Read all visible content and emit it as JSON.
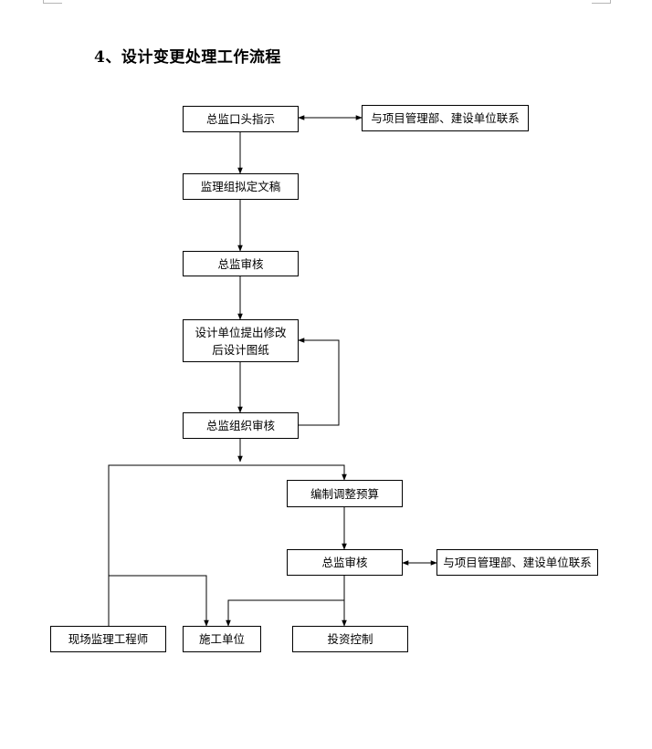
{
  "heading": "4、设计变更处理工作流程",
  "nodes": {
    "n1": "总监口头指示",
    "n1_side": "与项目管理部、建设单位联系",
    "n2": "监理组拟定文稿",
    "n3": "总监审核",
    "n4_line1": "设计单位提出修改",
    "n4_line2": "后设计图纸",
    "n5": "总监组织审核",
    "n6": "编制调整预算",
    "n7": "总监审核",
    "n7_side": "与项目管理部、建设单位联系",
    "n8": "现场监理工程师",
    "n9": "施工单位",
    "n10": "投资控制"
  }
}
